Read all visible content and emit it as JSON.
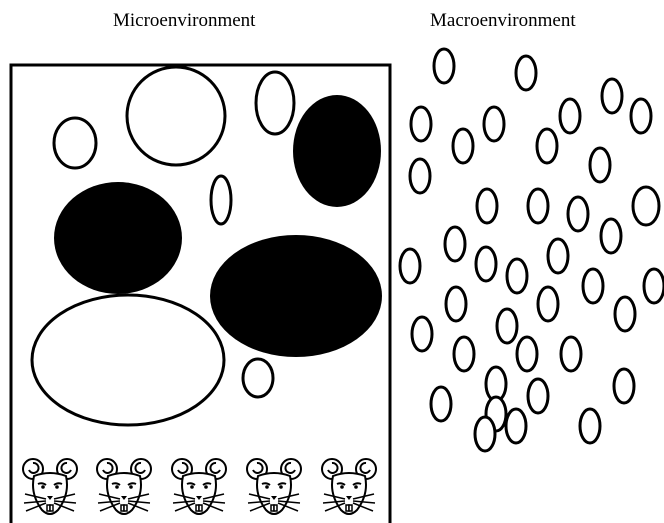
{
  "titles": {
    "micro": "Microenvironment",
    "macro": "Macroenvironment"
  },
  "colors": {
    "stroke": "#000000",
    "fill_dark": "#000000",
    "fill_light": "#ffffff"
  },
  "icons": {
    "mouse": "mouse-face-icon"
  },
  "micro_mouse_count": 5
}
